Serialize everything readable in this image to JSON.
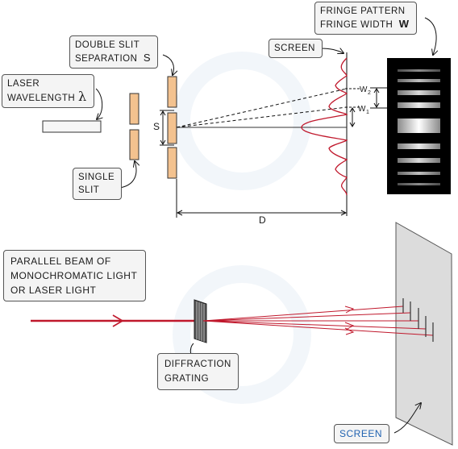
{
  "top": {
    "double_slit": {
      "line1": "DOUBLE SLIT",
      "line2": "SEPARATION",
      "symbol": "S"
    },
    "laser": {
      "line1": "LASER",
      "line2": "WAVELENGTH",
      "symbol": "λ"
    },
    "single_slit": {
      "line1": "SINGLE",
      "line2": "SLIT"
    },
    "screen": "SCREEN",
    "fringe": {
      "line1": "FRINGE  PATTERN",
      "line2": "FRINGE  WIDTH",
      "symbol": "W"
    },
    "s_label": "S",
    "d_label": "D",
    "w2": {
      "base": "W",
      "sub": "2"
    },
    "w1": {
      "base": "W",
      "sub": "1"
    }
  },
  "bottom": {
    "beam": {
      "line1": "PARALLEL  BEAM  OF",
      "line2": "MONOCHROMATIC  LIGHT",
      "line3": "OR  LASER  LIGHT"
    },
    "grating": {
      "line1": "DIFFRACTION",
      "line2": "GRATING"
    },
    "screen": "SCREEN"
  },
  "colors": {
    "slit_fill": "#f3c28f",
    "wave": "#c0182c",
    "beam": "#c0182c",
    "screen_fill": "#dcdcdc",
    "screen_label": "#1f62b0"
  }
}
